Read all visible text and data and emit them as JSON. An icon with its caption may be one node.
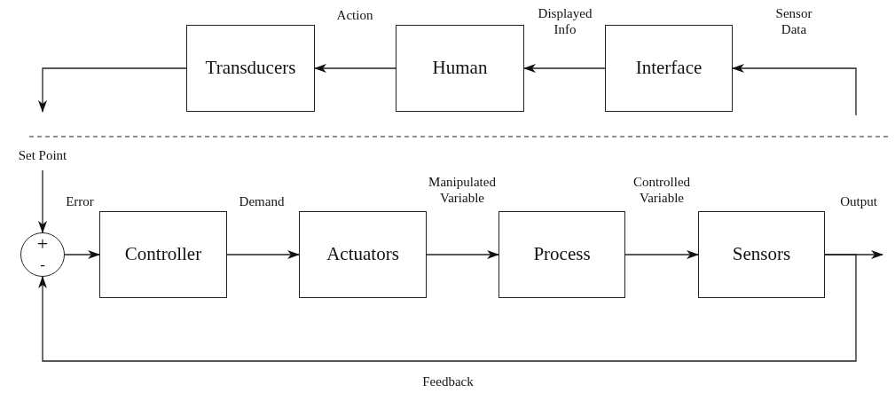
{
  "diagram": {
    "nodes": [
      {
        "text": [
          "Transducers"
        ]
      },
      {
        "text": [
          "Human"
        ]
      },
      {
        "text": [
          "Interface"
        ]
      },
      {
        "text": [
          "Set Point"
        ]
      },
      {
        "text": [
          "+",
          "-"
        ]
      },
      {
        "text": [
          "Controller"
        ]
      },
      {
        "text": [
          "Actuators"
        ]
      },
      {
        "text": [
          "Process"
        ]
      },
      {
        "text": [
          "Sensors"
        ]
      }
    ],
    "edges": [
      {
        "from": null,
        "to": 2,
        "arrow": "to",
        "label": "Sensor Data"
      },
      {
        "from": 2,
        "to": 1,
        "arrow": "to",
        "label": "Displayed Info"
      },
      {
        "from": 1,
        "to": 0,
        "arrow": "to",
        "label": "Action"
      },
      {
        "from": 0,
        "to": null,
        "arrow": "to"
      },
      {
        "from": 3,
        "to": 4,
        "arrow": "to"
      },
      {
        "from": 4,
        "to": 5,
        "arrow": "to",
        "label": "Error"
      },
      {
        "from": 5,
        "to": 6,
        "arrow": "to",
        "label": "Demand"
      },
      {
        "from": 6,
        "to": 7,
        "arrow": "to",
        "label": "Manipulated Variable"
      },
      {
        "from": 7,
        "to": 8,
        "arrow": "to",
        "label": "Controlled Variable"
      },
      {
        "from": 8,
        "to": null,
        "arrow": "to",
        "label": "Output"
      },
      {
        "from": 8,
        "to": 4,
        "arrow": "to",
        "label": "Feedback"
      }
    ]
  }
}
